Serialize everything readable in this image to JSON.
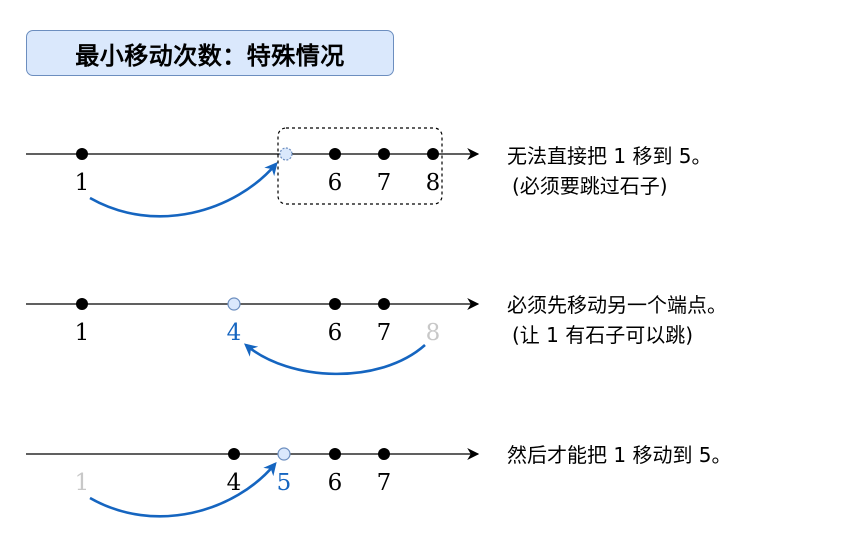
{
  "title": "最小移动次数：特殊情况",
  "colors": {
    "accent": "#1565c0",
    "arrow": "#1565c0",
    "stone": "#000000",
    "faded": "#c8c8c8",
    "title_fill": "#dae8fc",
    "title_border": "#6c8ebf",
    "hollow_fill": "#dae8fc",
    "hollow_stroke": "#6c8ebf"
  },
  "rows": [
    {
      "desc_line1": "无法直接把 1 移到 5。",
      "desc_line2": "(必须要跳过石子)",
      "labels": [
        "1",
        "6",
        "7",
        "8"
      ]
    },
    {
      "desc_line1": "必须先移动另一个端点。",
      "desc_line2": "(让 1 有石子可以跳)",
      "labels": [
        "1",
        "4",
        "6",
        "7",
        "8"
      ]
    },
    {
      "desc_line1": "然后才能把 1 移动到 5。",
      "labels": [
        "1",
        "4",
        "5",
        "6",
        "7"
      ]
    }
  ]
}
